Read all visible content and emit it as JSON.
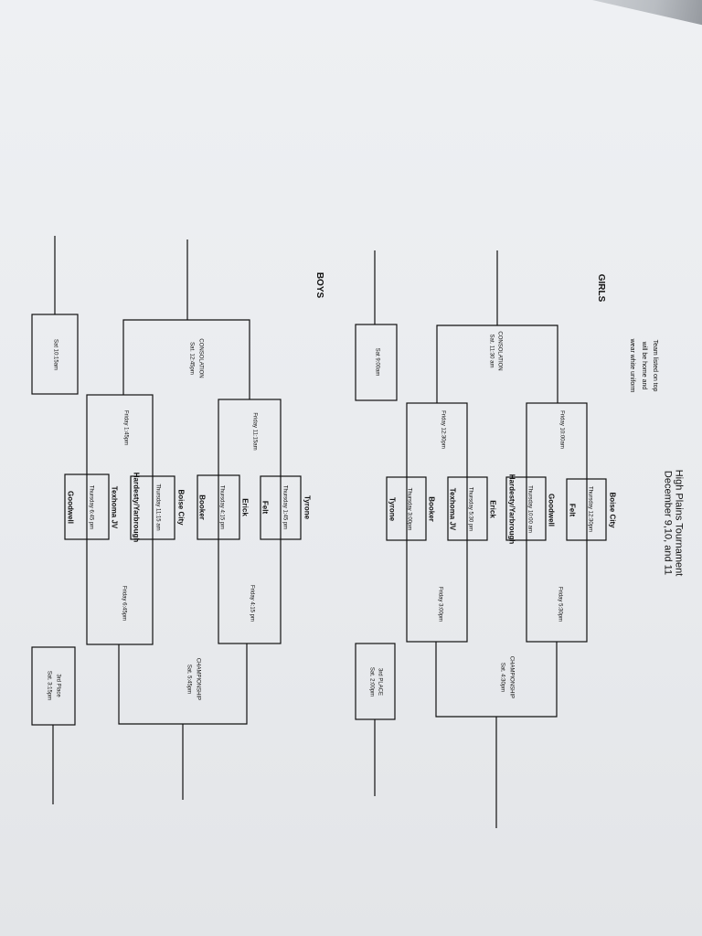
{
  "header": {
    "title": "High Plains Tournament",
    "dates": "December 9,10, and 11",
    "note_line1": "Team listed on top",
    "note_line2": "will be home and",
    "note_line3": "wear white uniform"
  },
  "girls": {
    "label": "GIRLS",
    "teams": [
      "Boise City",
      "Felt",
      "Goodwell",
      "Hardesty/Yarbrough",
      "Erick",
      "Texhoma JV",
      "Booker",
      "Tyrone"
    ],
    "games": {
      "g1": "Thursday 12:30pm",
      "g2": "Thursday 10:00 am",
      "g3": "Thursday 5:30 pm",
      "g4": "Thursday 3:00pm",
      "w1": "Friday 5:30pm",
      "w2": "Friday 3:00pm",
      "l1": "Friday 10:00am",
      "l2": "Friday 12:30pm"
    },
    "championship": "CHAMPIONSHIP",
    "championship_time": "Sat. 4:30pm",
    "consolation": "CONSOLATION",
    "consolation_time": "Sat. 11:30 am",
    "third_place": "3rd PLACE",
    "third_place_time": "Sat. 2:00pm",
    "seventh_game": "Sat 9:00am"
  },
  "boys": {
    "label": "BOYS",
    "teams": [
      "Tyrone",
      "Felt",
      "Erick",
      "Booker",
      "Boise City",
      "Hardesty/Yarbrough",
      "Texhoma JV",
      "Goodwell"
    ],
    "games": {
      "g1": "Thursday 1:45 pm",
      "g2": "Thursday 4:15 pm",
      "g3": "Thursday 11:15 am",
      "g4": "Thursday 6:45 pm",
      "w1": "Friday 4:15 pm",
      "w2": "Friday 6:45pm",
      "l1": "Friday 11:15am",
      "l2": "Friday 1:45pm"
    },
    "championship": "CHAMPIONSHIP",
    "championship_time": "Sat. 5:45pm",
    "consolation": "CONSOLATION",
    "consolation_time": "Sat. 12:45pm",
    "third_place": "3rd Place",
    "third_place_time": "Sat. 3:15pm",
    "seventh_game": "Sat 10:15am"
  }
}
